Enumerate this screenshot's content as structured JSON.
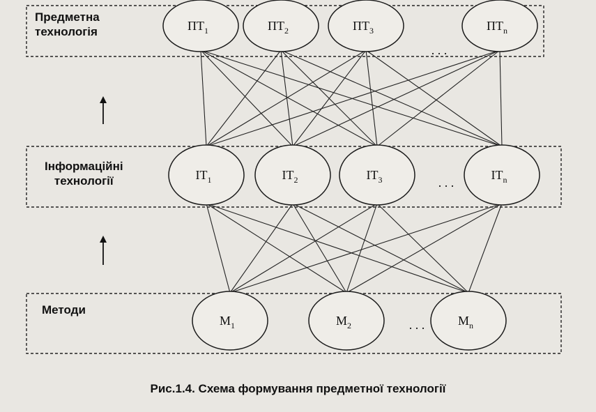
{
  "layers": [
    {
      "id": "subject",
      "label_line1": "Предметна",
      "label_line2": "технологія",
      "nodes": [
        {
          "base": "ПТ",
          "sub": "1"
        },
        {
          "base": "ПТ",
          "sub": "2"
        },
        {
          "base": "ПТ",
          "sub": "3"
        },
        {
          "base": "ПТ",
          "sub": "n"
        }
      ],
      "ellipsis": ". . ."
    },
    {
      "id": "info",
      "label_line1": "Інформаційні",
      "label_line2": "технології",
      "nodes": [
        {
          "base": "ІТ",
          "sub": "1"
        },
        {
          "base": "ІТ",
          "sub": "2"
        },
        {
          "base": "ІТ",
          "sub": "3"
        },
        {
          "base": "ІТ",
          "sub": "n"
        }
      ],
      "ellipsis": ". . ."
    },
    {
      "id": "methods",
      "label_line1": "Методи",
      "label_line2": "",
      "nodes": [
        {
          "base": "М",
          "sub": "1"
        },
        {
          "base": "М",
          "sub": "2"
        },
        {
          "base": "М",
          "sub": "n"
        }
      ],
      "ellipsis": ". . ."
    }
  ],
  "connections": "full-bipartite-between-adjacent-layers",
  "caption": "Рис.1.4. Схема формування предметної технології"
}
